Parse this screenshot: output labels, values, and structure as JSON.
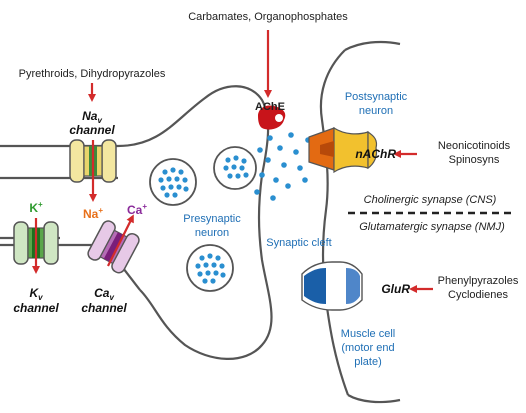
{
  "labels": {
    "carbamates": "Carbamates, Organophosphates",
    "pyrethroids": "Pyrethroids, Dihydropyrazoles",
    "ache": "AChE",
    "nav_base": "Na",
    "nav_sub": "v",
    "nav_line2": "channel",
    "na_ion_base": "Na",
    "na_ion_sup": "+",
    "k_ion_base": "K",
    "k_ion_sup": "+",
    "ca_ion_base": "Ca",
    "ca_ion_sup": "+",
    "kv_base": "K",
    "kv_sub": "v",
    "kv_line2": "channel",
    "cav_base": "Ca",
    "cav_sub": "v",
    "cav_line2": "channel",
    "presynaptic_1": "Presynaptic",
    "presynaptic_2": "neuron",
    "postsynaptic_1": "Postsynaptic",
    "postsynaptic_2": "neuron",
    "synaptic_cleft": "Synaptic cleft",
    "nachr": "nAChR",
    "neonicotinoids": "Neonicotinoids",
    "spinosyns": "Spinosyns",
    "cholinergic": "Cholinergic synapse (CNS)",
    "glutamatergic": "Glutamatergic synapse (NMJ)",
    "glur": "GluR",
    "phenylpyrazoles": "Phenylpyrazoles",
    "cyclodienes": "Cyclodienes",
    "muscle_1": "Muscle cell",
    "muscle_2": "(motor end",
    "muscle_3": "plate)"
  },
  "colors": {
    "arrow_red": "#d32b2b",
    "label_blue": "#1f6fb5",
    "vesicle_blue": "#2a8fd0",
    "ache_red": "#c8141a",
    "na_orange": "#e8701a",
    "k_green": "#2e9a2e",
    "ca_purple": "#8a2a9a",
    "nachr_orange": "#e36a12",
    "nachr_yellow": "#f2c12e",
    "glur_blue": "#1a5fa8"
  }
}
